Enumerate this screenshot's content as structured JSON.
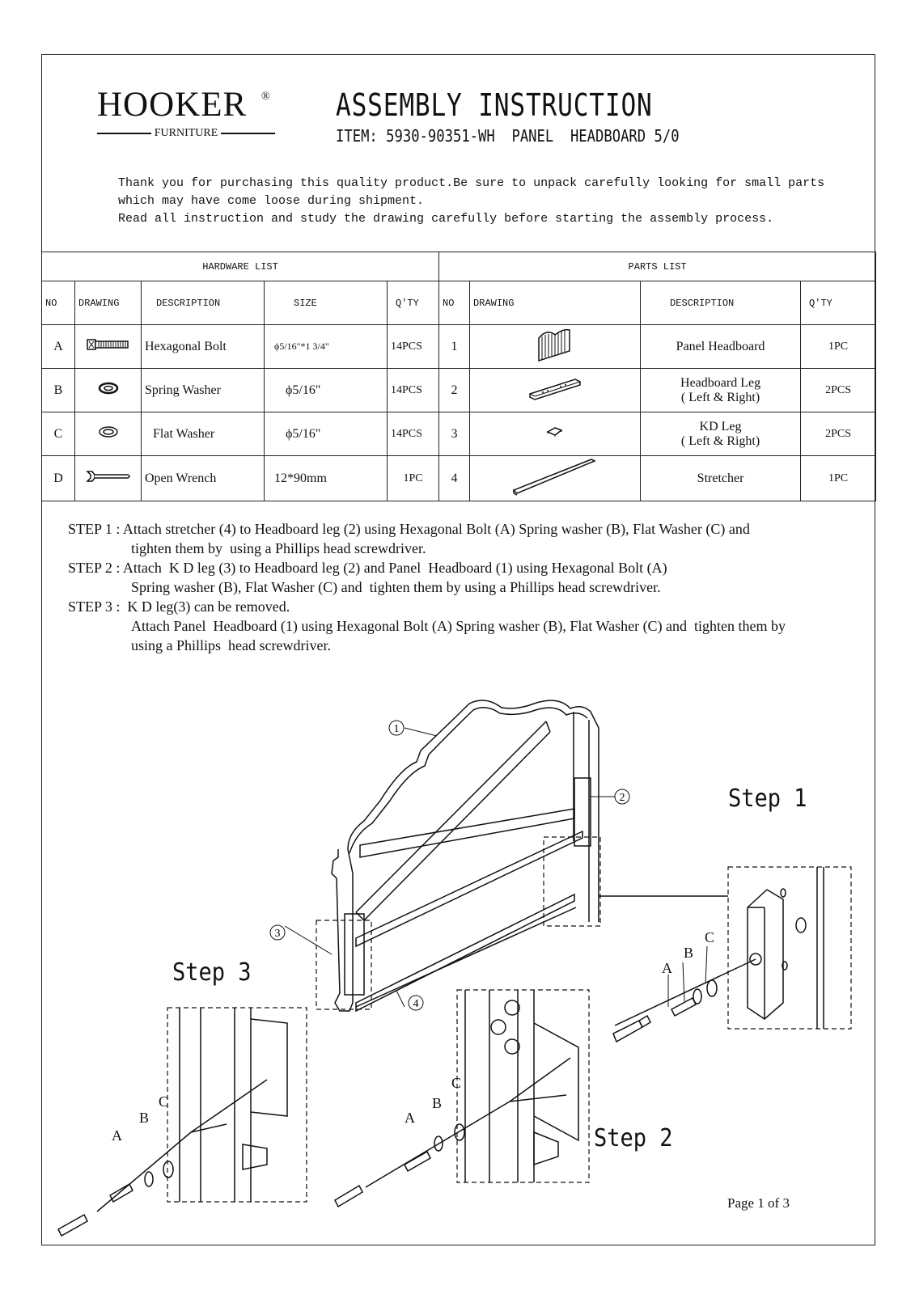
{
  "header": {
    "brand": "HOOKER",
    "brand_mark": "®",
    "brand_sub": "FURNITURE",
    "title": "ASSEMBLY INSTRUCTION",
    "item_line": "ITEM: 5930-90351-WH  PANEL  HEADBOARD 5/0"
  },
  "intro": {
    "line1": "Thank you for purchasing this quality product.Be sure to unpack carefully looking for small parts",
    "line2": "which may have come loose during shipment.",
    "line3": "Read all instruction and study the drawing carefully before starting the assembly process."
  },
  "hardware_list": {
    "title": "HARDWARE LIST",
    "columns": [
      "NO",
      "DRAWING",
      "DESCRIPTION",
      "SIZE",
      "Q'TY"
    ],
    "rows": [
      {
        "no": "A",
        "icon": "hexagonal-bolt-icon",
        "desc": "Hexagonal Bolt",
        "size": "ϕ5/16\"*1 3/4\"",
        "qty": "14PCS"
      },
      {
        "no": "B",
        "icon": "spring-washer-icon",
        "desc": "Spring Washer",
        "size": "ϕ5/16\"",
        "qty": "14PCS"
      },
      {
        "no": "C",
        "icon": "flat-washer-icon",
        "desc": "Flat Washer",
        "size": "ϕ5/16\"",
        "qty": "14PCS"
      },
      {
        "no": "D",
        "icon": "open-wrench-icon",
        "desc": "Open Wrench",
        "size": "12*90mm",
        "qty": "1PC"
      }
    ]
  },
  "parts_list": {
    "title": "PARTS LIST",
    "columns": [
      "NO",
      "DRAWING",
      "DESCRIPTION",
      "Q'TY"
    ],
    "rows": [
      {
        "no": "1",
        "icon": "panel-headboard-icon",
        "desc": "Panel Headboard",
        "desc2": "",
        "qty": "1PC"
      },
      {
        "no": "2",
        "icon": "headboard-leg-icon",
        "desc": "Headboard Leg",
        "desc2": "( Left & Right)",
        "qty": "2PCS"
      },
      {
        "no": "3",
        "icon": "kd-leg-icon",
        "desc": "KD Leg",
        "desc2": "( Left & Right)",
        "qty": "2PCS"
      },
      {
        "no": "4",
        "icon": "stretcher-icon",
        "desc": "Stretcher",
        "desc2": "",
        "qty": "1PC"
      }
    ]
  },
  "steps": {
    "s1a": "STEP 1 : Attach stretcher (4) to Headboard leg (2) using Hexagonal Bolt (A) Spring washer (B), Flat Washer (C) and",
    "s1b": "tighten them by  using a Phillips head screwdriver.",
    "s2a": "STEP 2 : Attach  K D leg (3) to Headboard leg (2) and Panel  Headboard (1) using Hexagonal Bolt (A)",
    "s2b": "Spring washer (B), Flat Washer (C) and  tighten them by using a Phillips head screwdriver.",
    "s3a": "STEP 3 :  K D leg(3) can be removed.",
    "s3b": "Attach Panel  Headboard (1) using Hexagonal Bolt (A) Spring washer (B), Flat Washer (C) and  tighten them by",
    "s3c": "using a Phillips  head screwdriver."
  },
  "diagram": {
    "step1_label": "Step 1",
    "step2_label": "Step 2",
    "step3_label": "Step 3",
    "callout_1": "1",
    "callout_2": "2",
    "callout_3": "3",
    "callout_4": "4",
    "letter_a": "A",
    "letter_b": "B",
    "letter_c": "C"
  },
  "footer": {
    "page": "Page 1 of 3"
  }
}
